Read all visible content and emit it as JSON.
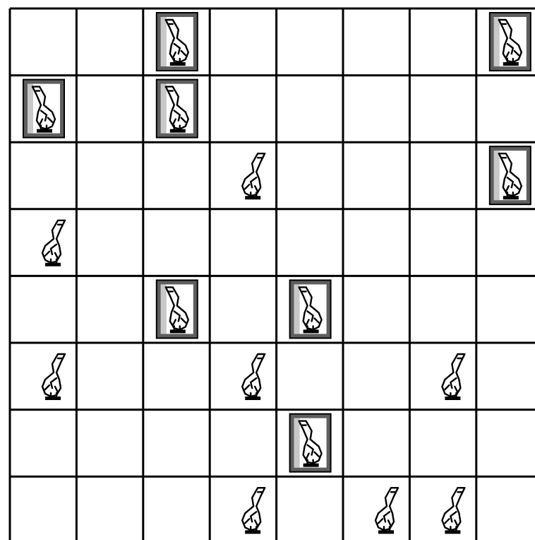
{
  "board": {
    "rows": 8,
    "cols": 8,
    "cells": [
      [
        "empty",
        "empty",
        "tile",
        "empty",
        "empty",
        "empty",
        "empty",
        "tile"
      ],
      [
        "tile",
        "empty",
        "tile",
        "empty",
        "empty",
        "empty",
        "empty",
        "empty"
      ],
      [
        "empty",
        "empty",
        "empty",
        "goose",
        "empty",
        "empty",
        "empty",
        "tile"
      ],
      [
        "goose",
        "empty",
        "empty",
        "empty",
        "empty",
        "empty",
        "empty",
        "empty"
      ],
      [
        "empty",
        "empty",
        "tile",
        "empty",
        "tile",
        "empty",
        "empty",
        "empty"
      ],
      [
        "goose",
        "empty",
        "empty",
        "goose",
        "empty",
        "empty",
        "goose",
        "empty"
      ],
      [
        "empty",
        "empty",
        "empty",
        "empty",
        "tile",
        "empty",
        "empty",
        "empty"
      ],
      [
        "empty",
        "empty",
        "empty",
        "goose",
        "empty",
        "goose",
        "goose",
        "empty"
      ]
    ]
  },
  "icons": {
    "goose": "goose-icon",
    "tile": "goose-tile-icon"
  },
  "colors": {
    "background": "#ffffff",
    "grid": "#000000",
    "tile_frame": "#5e5e5e",
    "tile_shade": "#c8c8c8",
    "goose": "#000000"
  }
}
